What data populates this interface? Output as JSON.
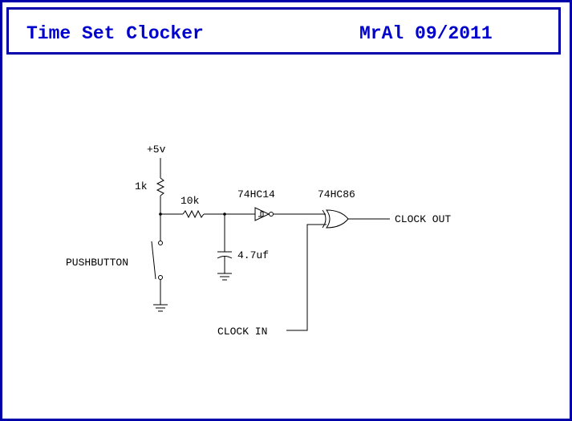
{
  "header": {
    "title": "Time Set Clocker",
    "author_date": "MrAl 09/2011"
  },
  "labels": {
    "supply": "+5v",
    "resistor_pullup": "1k",
    "resistor_series": "10k",
    "inverter": "74HC14",
    "xor_gate": "74HC86",
    "capacitor": "4.7uf",
    "switch": "PUSHBUTTON",
    "clock_in": "CLOCK IN",
    "clock_out": "CLOCK OUT"
  },
  "colors": {
    "border": "#0000aa",
    "title_text": "#0000cc",
    "wire": "#000000",
    "background": "#ffffff"
  }
}
